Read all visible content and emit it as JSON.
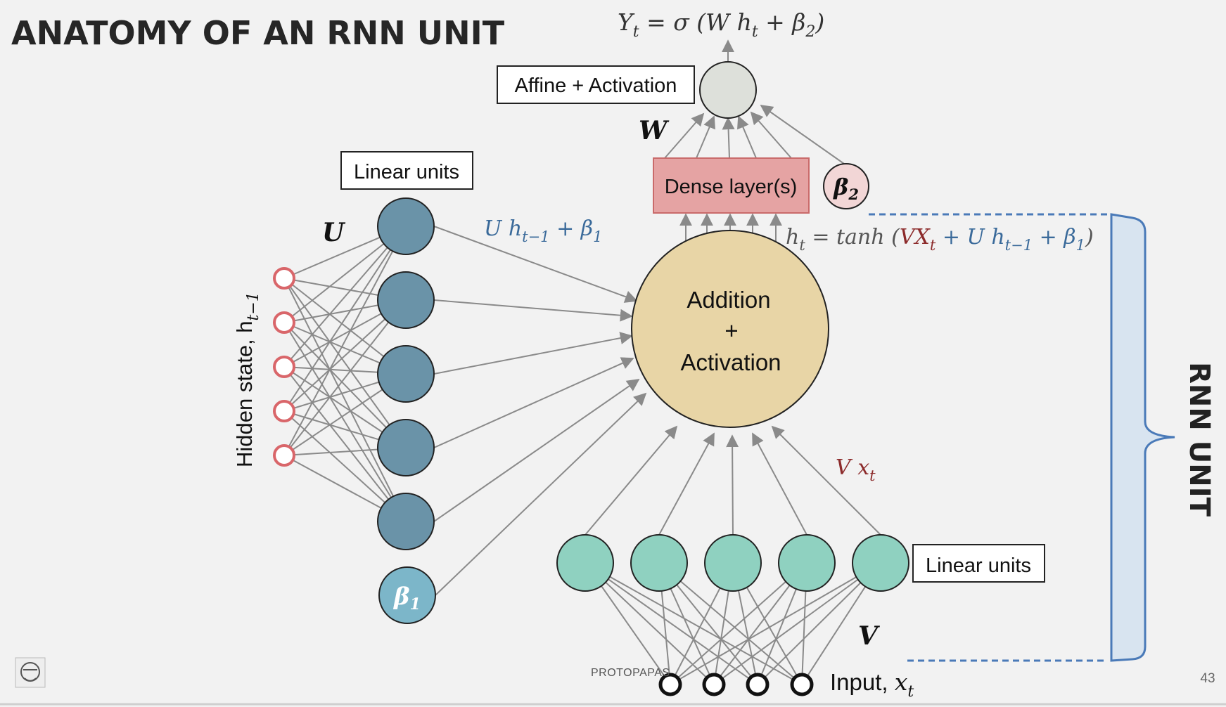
{
  "title": "ANATOMY OF AN RNN UNIT",
  "hidden_state_label": "Hidden state, h",
  "hidden_state_sub": "t−1",
  "linear_units_top_label": "Linear units",
  "linear_units_bottom_label": "Linear units",
  "affine_label": "Affine + Activation",
  "dense_label": "Dense layer(s)",
  "addition_lines": [
    "Addition",
    "+",
    "Activation"
  ],
  "weight_U": "U",
  "weight_W": "W",
  "weight_V": "V",
  "beta1": "β",
  "beta1_sub": "1",
  "beta2": "β",
  "beta2_sub": "2",
  "output_eq": {
    "a": "Y",
    "a_sub": "t",
    "b": " = σ (W h",
    "b_sub": "t",
    "c": " +  β",
    "c_sub": "2",
    "d": ")"
  },
  "uh_eq": {
    "a": "U h",
    "a_sub": "t−1",
    "b": "  +  β",
    "b_sub": "1"
  },
  "vx_eq": {
    "a": "V x",
    "a_sub": "t"
  },
  "ht_eq": {
    "a": "h",
    "a_sub": "t",
    "b": " =  tanh (",
    "c": "VX",
    "c_sub": "t",
    "d": " + U h",
    "d_sub": "t−1",
    "e": " + β",
    "e_sub": "1",
    "f": ")"
  },
  "input_label": {
    "a": "Input, ",
    "b": "x",
    "b_sub": "t"
  },
  "rnn_unit_label": "RNN UNIT",
  "footer_author": "PROTOPAPAS",
  "page_number": "43",
  "colors": {
    "hidden_node": "#d9666a",
    "linear_top": "#6a93a8",
    "beta1_node": "#7cb6c9",
    "addition": "#e8d5a6",
    "dense": "#e5a3a3",
    "dense_border": "#c96a6a",
    "output_node": "#dde0da",
    "beta2_node": "#f2d6d6",
    "input_linear": "#8fd1c0",
    "blue_text": "#3a6a9a",
    "red_text": "#8c2b2b",
    "bracket": "#4a7ab8",
    "bracket_fill": "#d8e4f0"
  }
}
